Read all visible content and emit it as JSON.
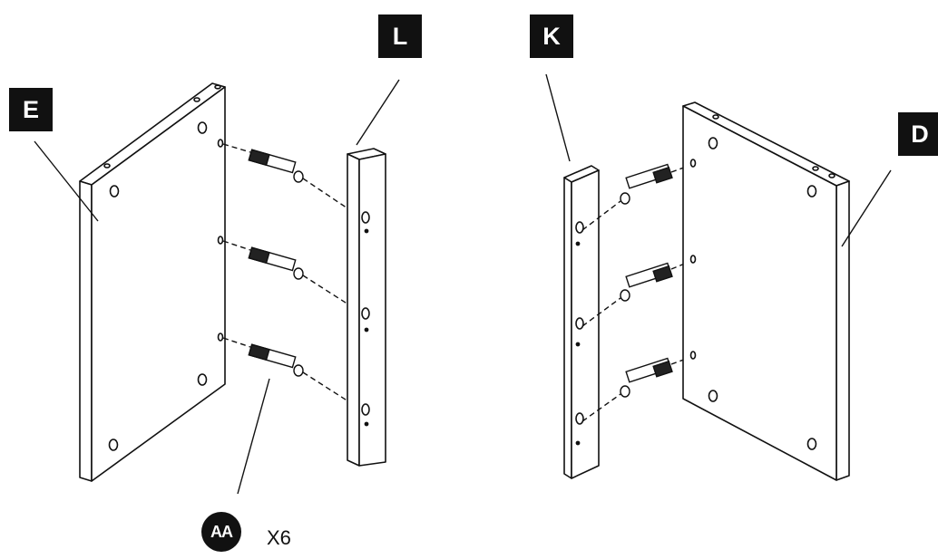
{
  "parts": {
    "E": "E",
    "L": "L",
    "K": "K",
    "D": "D"
  },
  "hardware": {
    "code": "AA",
    "quantity": "X6"
  },
  "colors": {
    "ink": "#111111",
    "panel_fill": "#ffffff",
    "dowel_dark": "#222222"
  }
}
